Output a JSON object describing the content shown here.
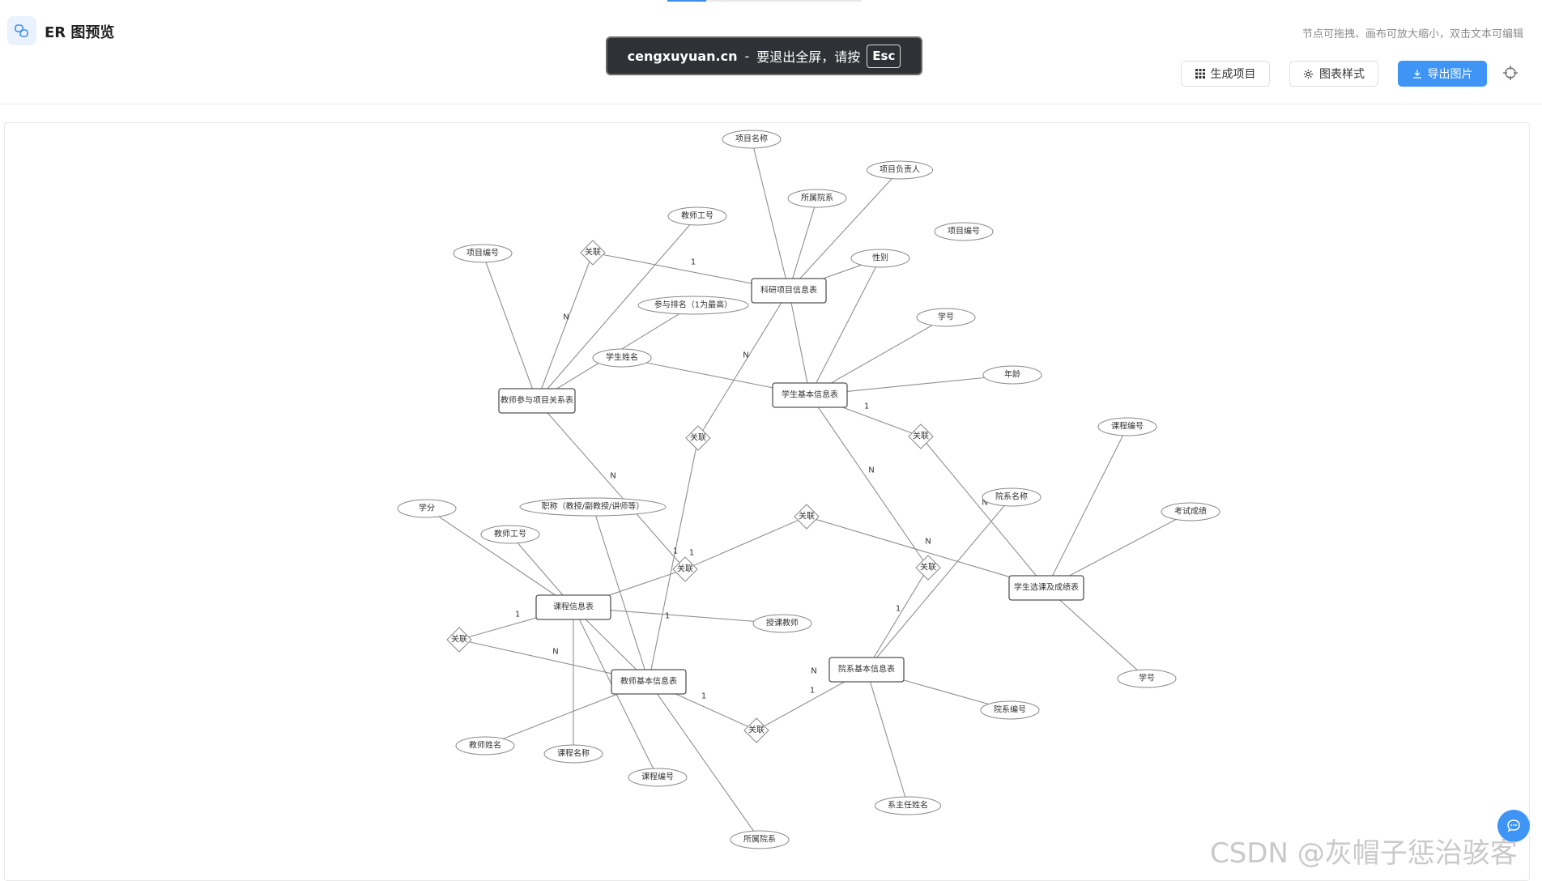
{
  "app": {
    "title": "ER 图预览",
    "hint": "节点可拖拽、画布可放大缩小，双击文本可编辑"
  },
  "fullscreen_banner": {
    "domain": "cengxuyuan.cn",
    "separator": "-",
    "message": "要退出全屏，请按",
    "key": "Esc"
  },
  "toolbar": {
    "generate_label": "生成项目",
    "style_label": "图表样式",
    "export_label": "导出图片"
  },
  "progress": {
    "fraction": 0.2
  },
  "watermark": "CSDN @灰帽子惩治骇客",
  "colors": {
    "accent": "#3f95f5",
    "banner_bg": "#2f3136",
    "edge": "#8f8f8f",
    "node_border": "#555555"
  },
  "icons": {
    "logo": "er-diagram-icon",
    "generate": "grid-icon",
    "style": "gear-icon",
    "export": "download-icon",
    "target": "crosshair-icon",
    "chat": "chat-bubble-icon"
  },
  "diagram": {
    "entities": [
      {
        "id": "e_proj",
        "label": "科研项目信息表"
      },
      {
        "id": "e_tp",
        "label": "教师参与项目关系表"
      },
      {
        "id": "e_stu",
        "label": "学生基本信息表"
      },
      {
        "id": "e_course",
        "label": "课程信息表"
      },
      {
        "id": "e_teacher",
        "label": "教师基本信息表"
      },
      {
        "id": "e_dept",
        "label": "院系基本信息表"
      },
      {
        "id": "e_sc",
        "label": "学生选课及成绩表"
      }
    ],
    "relations": [
      {
        "id": "r1",
        "label": "关联"
      },
      {
        "id": "r2",
        "label": "关联"
      },
      {
        "id": "r3",
        "label": "关联"
      },
      {
        "id": "r4",
        "label": "关联"
      },
      {
        "id": "r5",
        "label": "关联"
      },
      {
        "id": "r6",
        "label": "关联"
      },
      {
        "id": "r7",
        "label": "关联"
      },
      {
        "id": "r8",
        "label": "关联"
      }
    ],
    "attributes": [
      {
        "id": "a_proj_name",
        "label": "项目名称"
      },
      {
        "id": "a_proj_lead",
        "label": "项目负责人"
      },
      {
        "id": "a_proj_dept",
        "label": "所属院系"
      },
      {
        "id": "a_tp_tid",
        "label": "教师工号"
      },
      {
        "id": "a_tp_pid",
        "label": "项目编号"
      },
      {
        "id": "a_proj_pid",
        "label": "项目编号"
      },
      {
        "id": "a_gender",
        "label": "性别"
      },
      {
        "id": "a_rank",
        "label": "参与排名（1为最高）"
      },
      {
        "id": "a_sno",
        "label": "学号"
      },
      {
        "id": "a_sname",
        "label": "学生姓名"
      },
      {
        "id": "a_age",
        "label": "年龄"
      },
      {
        "id": "a_cno",
        "label": "课程编号"
      },
      {
        "id": "a_deptname",
        "label": "院系名称"
      },
      {
        "id": "a_score",
        "label": "考试成绩"
      },
      {
        "id": "a_title",
        "label": "职称（教授/副教授/讲师等）"
      },
      {
        "id": "a_credit",
        "label": "学分"
      },
      {
        "id": "a_c_tid",
        "label": "教师工号"
      },
      {
        "id": "a_instructor",
        "label": "授课教师"
      },
      {
        "id": "a_sc_sno",
        "label": "学号"
      },
      {
        "id": "a_deptno",
        "label": "院系编号"
      },
      {
        "id": "a_tname",
        "label": "教师姓名"
      },
      {
        "id": "a_cname",
        "label": "课程名称"
      },
      {
        "id": "a_t_cno",
        "label": "课程编号"
      },
      {
        "id": "a_head",
        "label": "系主任姓名"
      },
      {
        "id": "a_t_dept",
        "label": "所属院系"
      }
    ],
    "edge_labels": [
      {
        "id": "l1",
        "text": "1"
      },
      {
        "id": "l2",
        "text": "N"
      },
      {
        "id": "l3",
        "text": "N"
      },
      {
        "id": "l4",
        "text": "1"
      },
      {
        "id": "l5",
        "text": "N"
      },
      {
        "id": "l6",
        "text": "N"
      },
      {
        "id": "l7",
        "text": "1"
      },
      {
        "id": "l8",
        "text": "1"
      },
      {
        "id": "l9",
        "text": "N"
      },
      {
        "id": "l10",
        "text": "N"
      },
      {
        "id": "l11",
        "text": "1"
      },
      {
        "id": "l12",
        "text": "1"
      },
      {
        "id": "l13",
        "text": "1"
      },
      {
        "id": "l14",
        "text": "N"
      },
      {
        "id": "l15",
        "text": "1"
      },
      {
        "id": "l16",
        "text": "N"
      },
      {
        "id": "l17",
        "text": "1"
      }
    ]
  }
}
